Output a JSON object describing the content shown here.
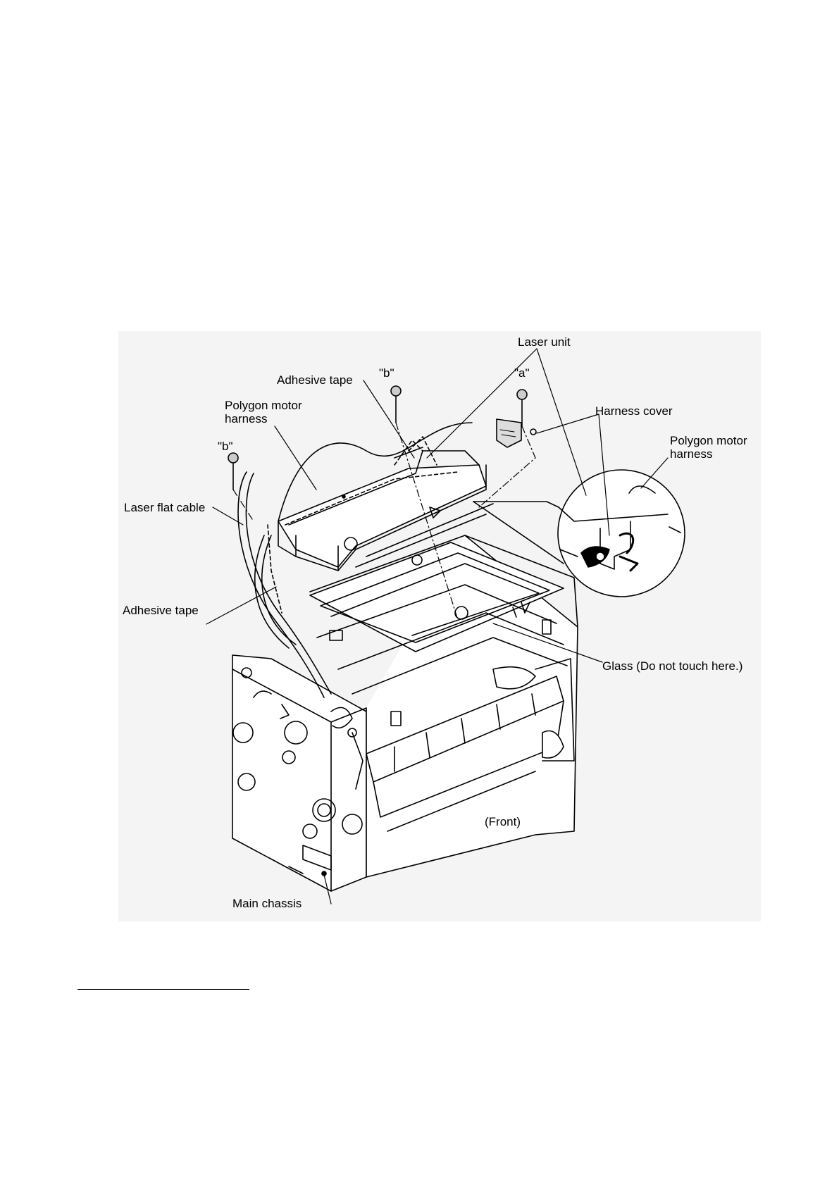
{
  "diagram": {
    "labels": {
      "laser_unit": "Laser unit",
      "adhesive_tape_top": "Adhesive tape",
      "screw_b_center": "\"b\"",
      "screw_a": "\"a\"",
      "harness_cover": "Harness cover",
      "polygon_motor_harness_left": {
        "line1": "Polygon motor",
        "line2": "harness"
      },
      "polygon_motor_harness_right": {
        "line1": "Polygon motor",
        "line2": "harness"
      },
      "screw_b_left": "\"b\"",
      "laser_flat_cable": "Laser flat cable",
      "adhesive_tape_left": "Adhesive tape",
      "glass": "Glass (Do not touch here.)",
      "front": "(Front)",
      "main_chassis": "Main chassis"
    }
  },
  "colors": {
    "line": "#000000",
    "figure_background": "#f4f4f4",
    "page": "#ffffff"
  }
}
